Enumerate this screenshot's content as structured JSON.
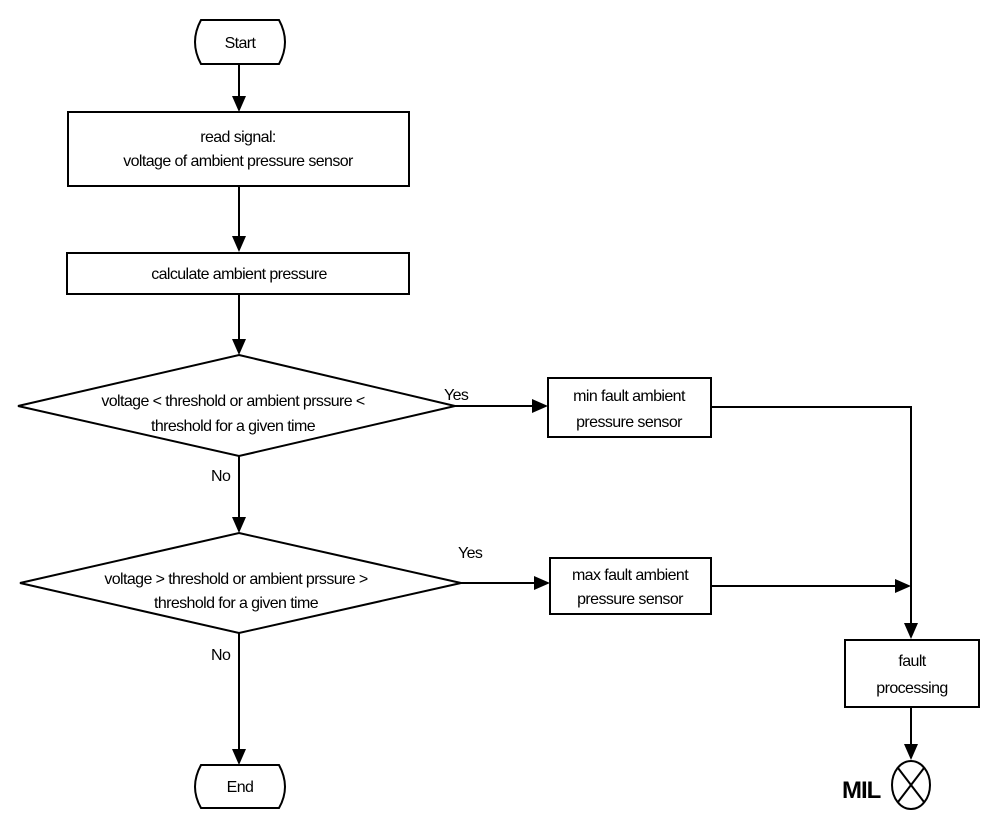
{
  "nodes": {
    "start": "Start",
    "read_signal": [
      "read signal:",
      "voltage of ambient pressure sensor"
    ],
    "calculate": "calculate ambient pressure",
    "decision_min": [
      "voltage < threshold or ambient prssure <",
      "threshold for a given time"
    ],
    "decision_max": [
      "voltage > threshold or ambient prssure >",
      "threshold for a given time"
    ],
    "min_fault": [
      "min fault ambient",
      "pressure sensor"
    ],
    "max_fault": [
      "max fault ambient",
      "pressure sensor"
    ],
    "fault_processing": [
      "fault",
      "processing"
    ],
    "end": "End",
    "mil": "MIL"
  },
  "edges": {
    "yes_min": "Yes",
    "no_min": "No",
    "yes_max": "Yes",
    "no_max": "No"
  }
}
